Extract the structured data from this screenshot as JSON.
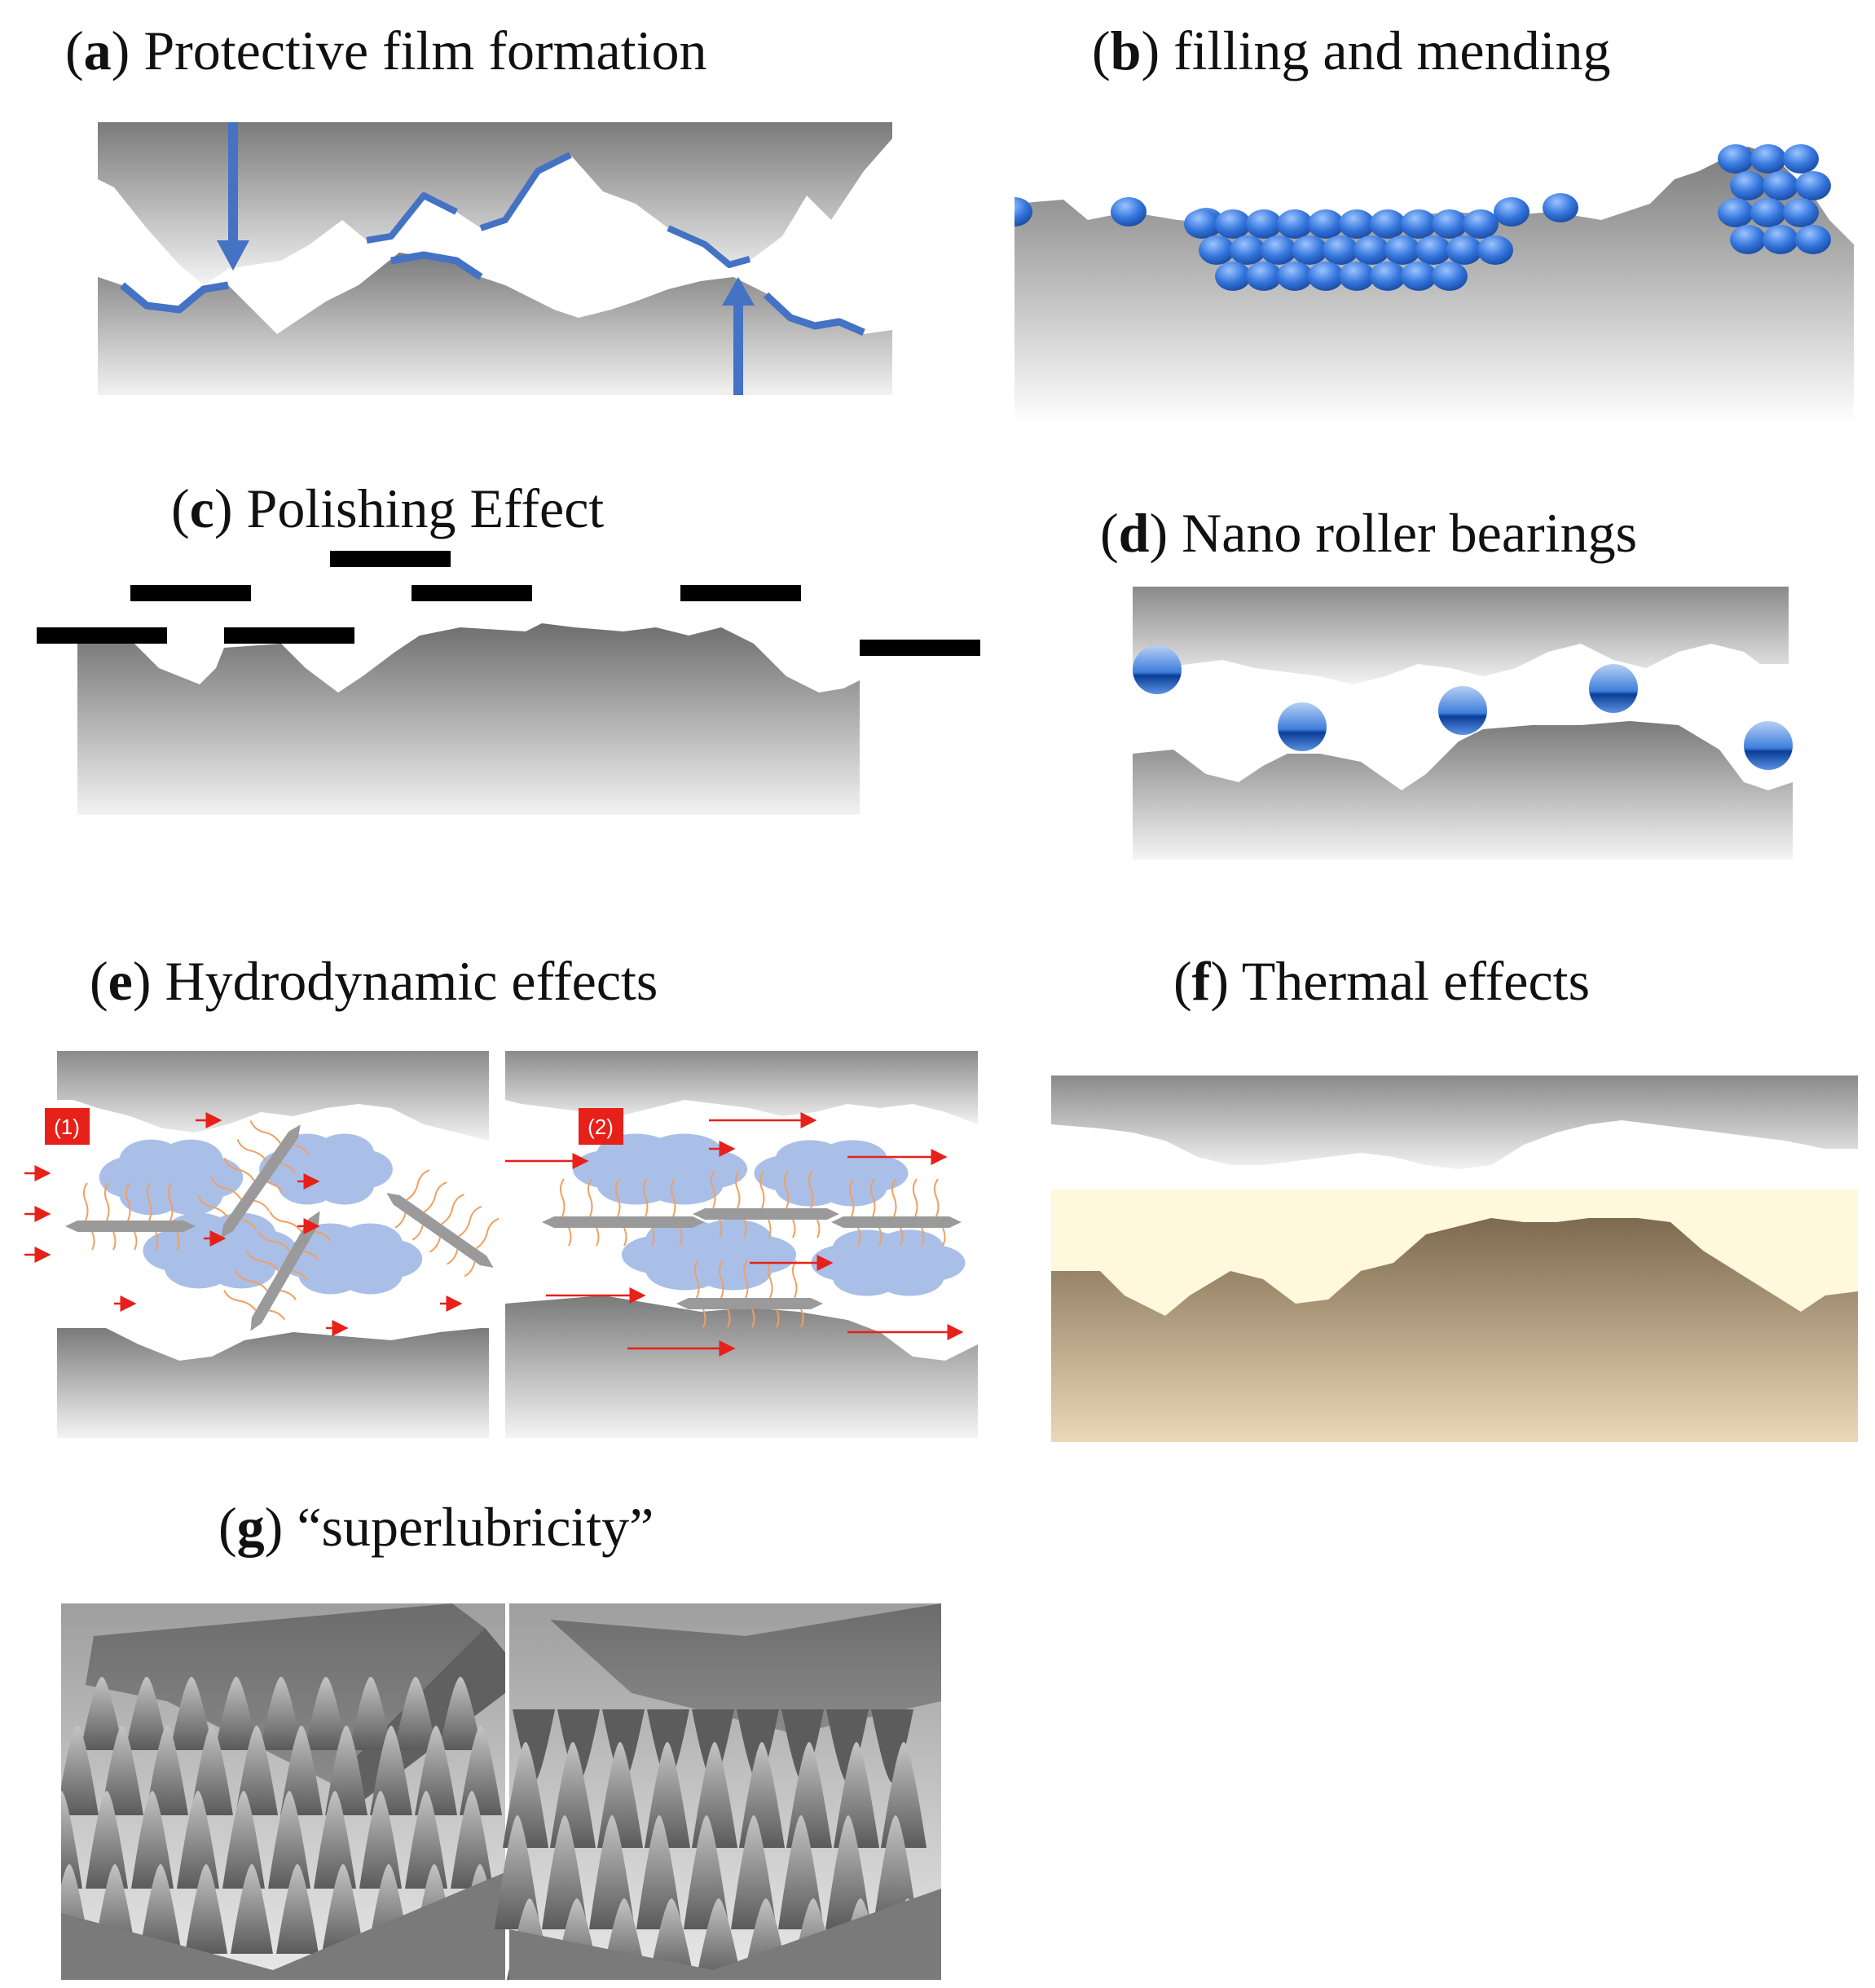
{
  "panels": {
    "a": {
      "letter": "a",
      "title": "Protective film formation"
    },
    "b": {
      "letter": "b",
      "title": "filling and mending"
    },
    "c": {
      "letter": "c",
      "title": "Polishing Effect"
    },
    "d": {
      "letter": "d",
      "title": "Nano roller bearings"
    },
    "e": {
      "letter": "e",
      "title": "Hydrodynamic effects",
      "step1": "(1)",
      "step2": "(2)"
    },
    "f": {
      "letter": "f",
      "title": "Thermal effects"
    },
    "g": {
      "letter": "g",
      "title": "“superlubricity”"
    }
  },
  "colors": {
    "metal_dark": "#7f7f7f",
    "metal_light": "#ffffff",
    "film_blue": "#4472c4",
    "particle_blue": "#2f6fd0",
    "cloud": "#a9bfe8",
    "sheet_gray": "#9a9a9a",
    "flow_red": "#e8201a",
    "thermal_dark": "#8a7658",
    "thermal_light": "#fff8dc"
  }
}
